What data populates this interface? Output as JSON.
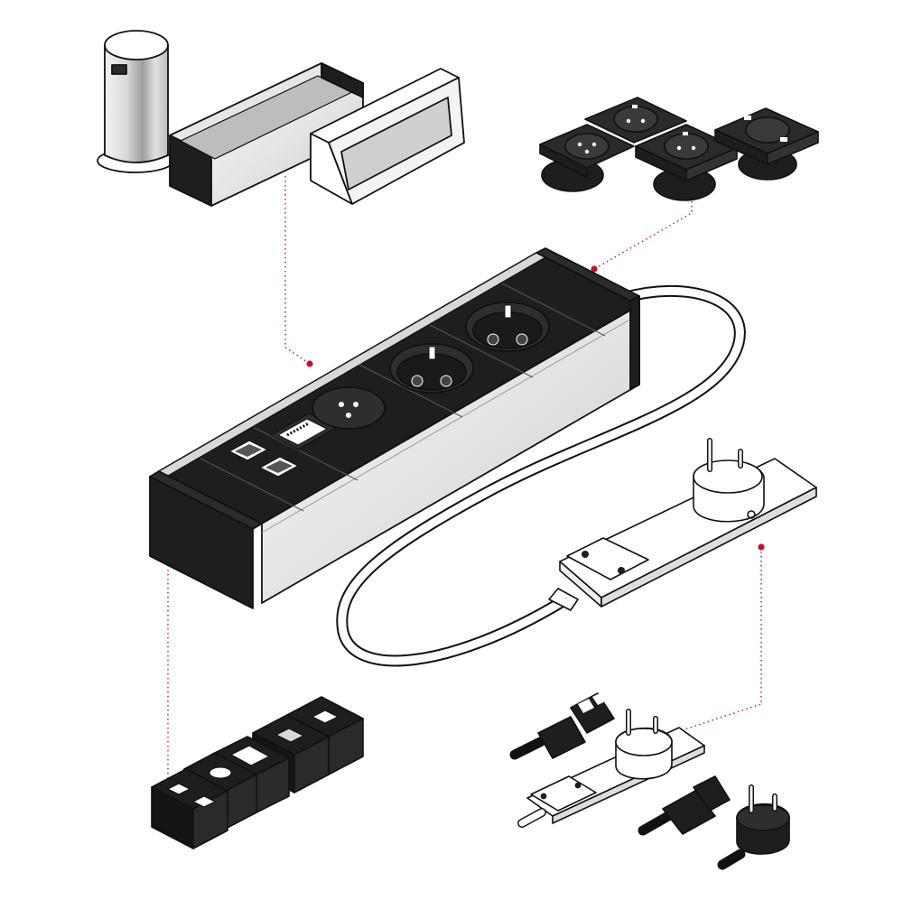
{
  "diagram": {
    "colors": {
      "background": "#ffffff",
      "line": "#111111",
      "dark": "#1e1e1e",
      "aluminium": "#e9e9e9",
      "aluminium_shadow": "#c7c7c7",
      "white": "#ffffff",
      "accent": "#c8102e"
    },
    "components": [
      {
        "id": "power-strip",
        "icon": "power-strip-icon"
      },
      {
        "id": "mounting-options",
        "icon": "mounting-bracket-icon"
      },
      {
        "id": "socket-inserts",
        "icon": "socket-icon"
      },
      {
        "id": "data-modules",
        "icon": "network-port-icon"
      },
      {
        "id": "connection-plugs",
        "icon": "plug-icon"
      }
    ]
  }
}
